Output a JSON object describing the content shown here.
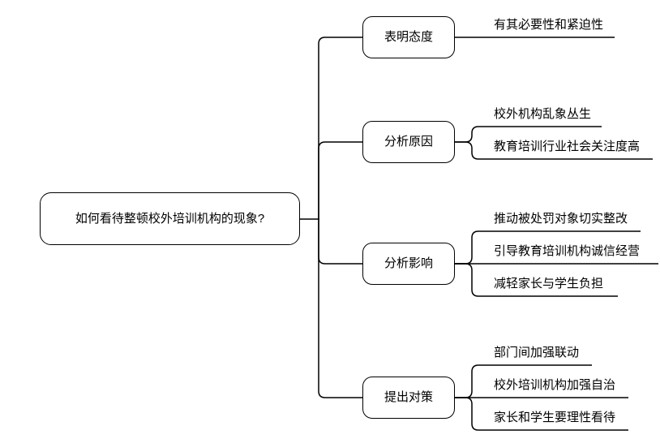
{
  "colors": {
    "background": "#ffffff",
    "line": "#000000",
    "text": "#000000"
  },
  "root": {
    "label": "如何看待整顿校外培训机构的现象?"
  },
  "branches": [
    {
      "label": "表明态度",
      "children": [
        "有其必要性和紧迫性"
      ]
    },
    {
      "label": "分析原因",
      "children": [
        "校外机构乱象丛生",
        "教育培训行业社会关注度高"
      ]
    },
    {
      "label": "分析影响",
      "children": [
        "推动被处罚对象切实整改",
        "引导教育培训机构诚信经营",
        "减轻家长与学生负担"
      ]
    },
    {
      "label": "提出对策",
      "children": [
        "部门间加强联动",
        "校外培训机构加强自治",
        "家长和学生要理性看待"
      ]
    }
  ]
}
